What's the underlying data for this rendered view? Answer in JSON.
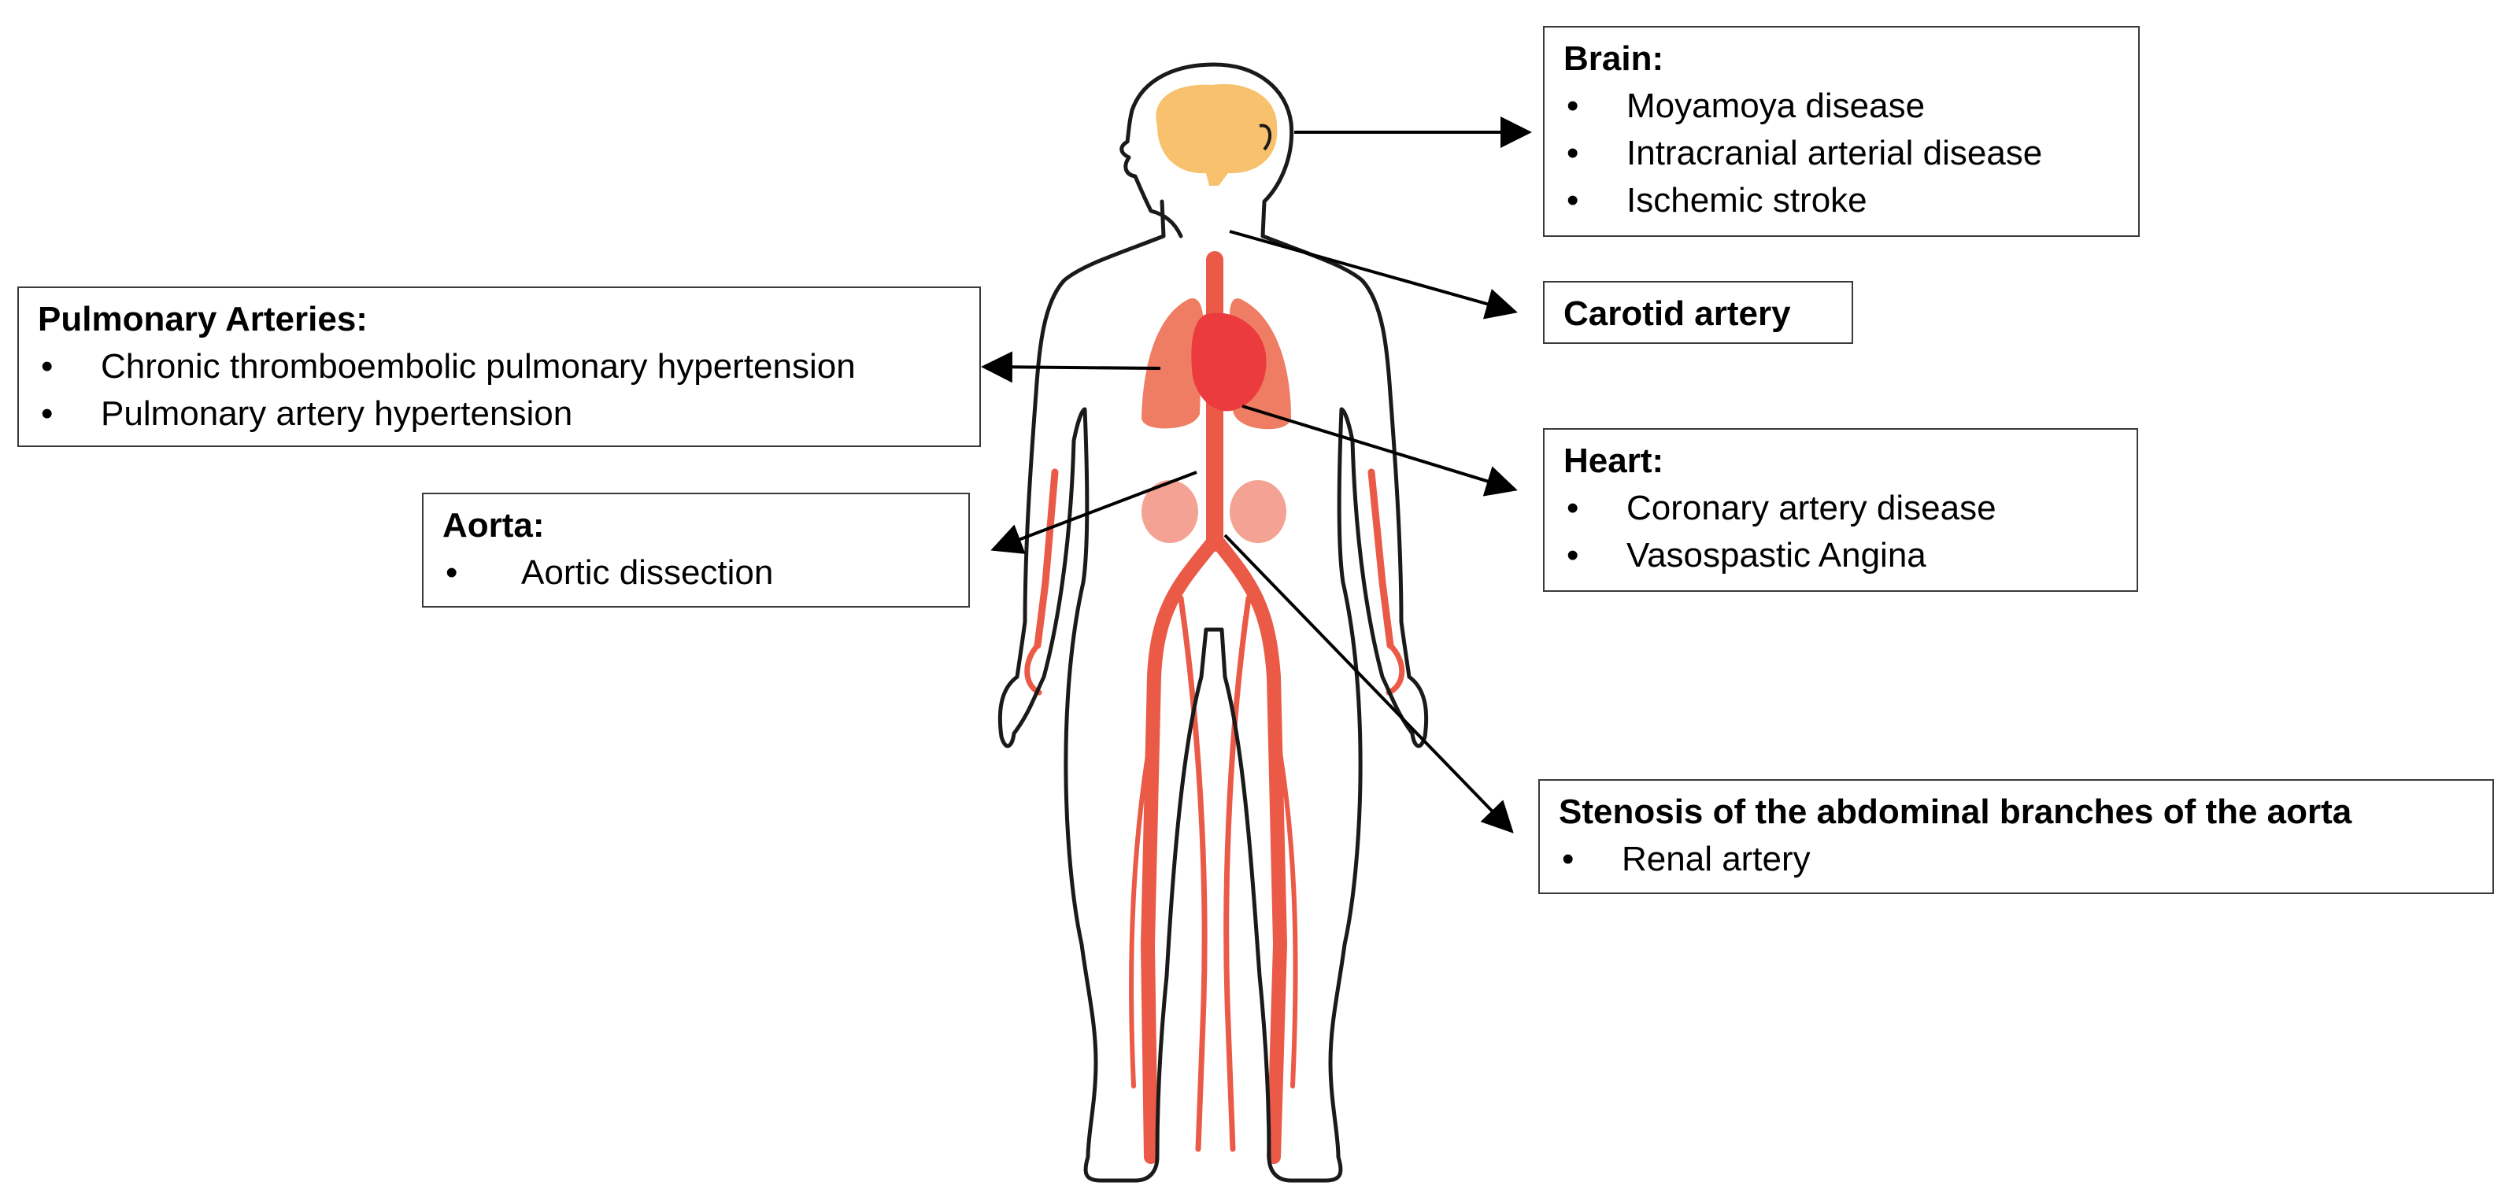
{
  "boxes": {
    "brain": {
      "title": "Brain:",
      "items": [
        "Moyamoya disease",
        "Intracranial arterial disease",
        "Ischemic stroke"
      ]
    },
    "carotid": {
      "title": "Carotid artery"
    },
    "pulmonary": {
      "title": "Pulmonary Arteries:",
      "items": [
        "Chronic thromboembolic pulmonary hypertension",
        "Pulmonary artery hypertension"
      ]
    },
    "heart": {
      "title": "Heart:",
      "items": [
        "Coronary artery disease",
        "Vasospastic Angina"
      ]
    },
    "aorta": {
      "title": "Aorta:",
      "items": [
        "Aortic dissection"
      ]
    },
    "stenosis": {
      "title": "Stenosis of the abdominal branches of the aorta",
      "items": [
        "Renal artery"
      ]
    }
  },
  "bullet_char": "•",
  "colors": {
    "body_outline": "#1a1a1a",
    "brain": "#f7c16e",
    "lungs": "#ef7d63",
    "heart": "#ec3b3f",
    "kidneys": "#f4a293",
    "arteries": "#ea5a47",
    "box_border": "#3a3a3a",
    "arrow": "#000000"
  }
}
